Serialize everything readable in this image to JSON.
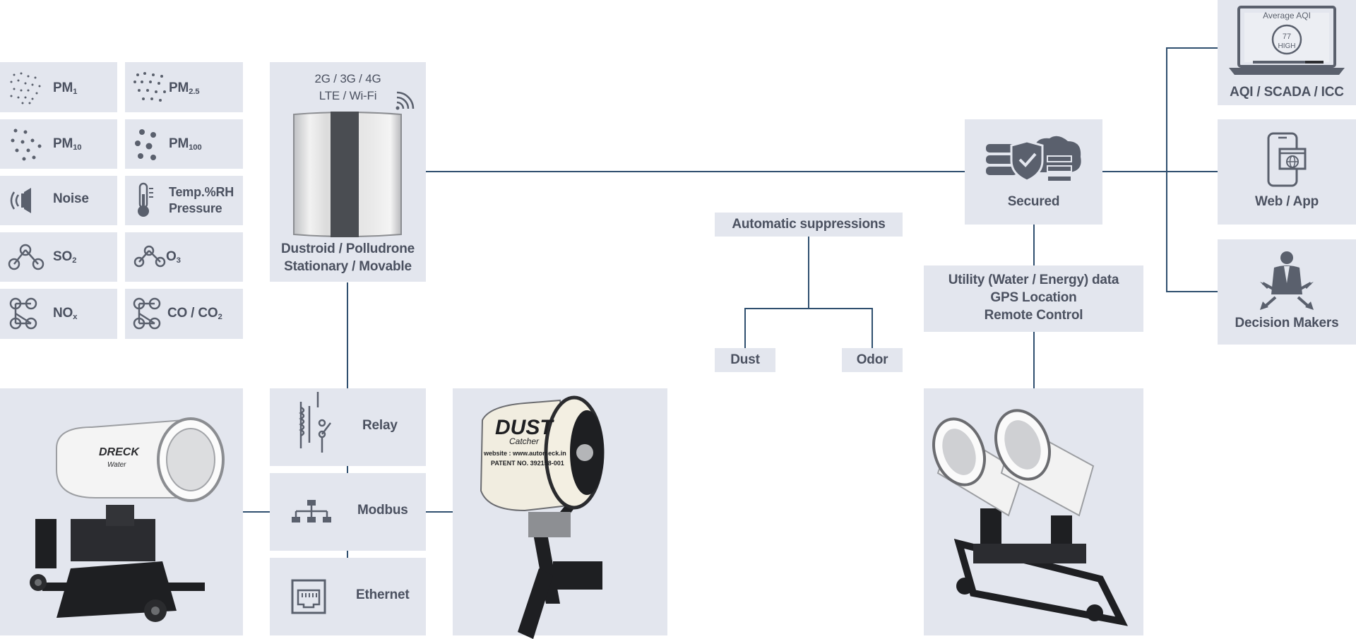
{
  "sensors": {
    "pm1": {
      "label": "PM",
      "sub": "1"
    },
    "pm25": {
      "label": "PM",
      "sub": "2.5"
    },
    "pm10": {
      "label": "PM",
      "sub": "10"
    },
    "pm100": {
      "label": "PM",
      "sub": "100"
    },
    "noise": {
      "label": "Noise"
    },
    "temp": {
      "line1": "Temp.%RH",
      "line2": "Pressure"
    },
    "so2": {
      "label": "SO",
      "sub": "2"
    },
    "o3": {
      "label": "O",
      "sub": "3"
    },
    "nox": {
      "label": "NO",
      "sub": "x"
    },
    "coco2": {
      "label": "CO / CO",
      "sub": "2"
    }
  },
  "device": {
    "connectivity_line1": "2G / 3G / 4G",
    "connectivity_line2": "LTE / Wi-Fi",
    "name_line1": "Dustroid / Polludrone",
    "name_line2": "Stationary / Movable"
  },
  "protocols": {
    "relay": "Relay",
    "modbus": "Modbus",
    "ethernet": "Ethernet"
  },
  "suppression": {
    "title": "Automatic suppressions",
    "dust": "Dust",
    "odor": "Odor"
  },
  "cloud": {
    "label": "Secured"
  },
  "utility": {
    "line1": "Utility (Water / Energy) data",
    "line2": "GPS Location",
    "line3": "Remote Control"
  },
  "outputs": {
    "aqi": {
      "label": "AQI / SCADA / ICC",
      "screen_title": "Average AQI",
      "value": "77",
      "status": "HIGH"
    },
    "web": {
      "label": "Web / App"
    },
    "decision": {
      "label": "Decision Makers"
    }
  },
  "cannon2": {
    "brand": "DUST",
    "sub": "Catcher",
    "website": "website : www.automeck.in",
    "patent": "PATENT NO. 392158-001"
  },
  "cannon1": {
    "brand": "DRECK",
    "sub": "Water"
  }
}
